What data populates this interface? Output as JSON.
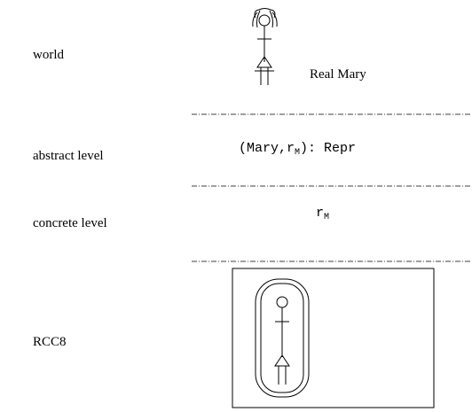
{
  "labels": {
    "world": "world",
    "abstract": "abstract level",
    "concrete": "concrete level",
    "rcc8": "RCC8"
  },
  "world": {
    "entity_name": "Real Mary"
  },
  "abstract": {
    "prefix": "(Mary,",
    "repr_var": "r",
    "repr_sub": "M",
    "suffix": "): Repr"
  },
  "concrete": {
    "repr_var": "r",
    "repr_sub": "M"
  },
  "icons": {
    "world_figure": "mary-stick-figure-icon",
    "region_figure": "region-with-figure-icon"
  }
}
